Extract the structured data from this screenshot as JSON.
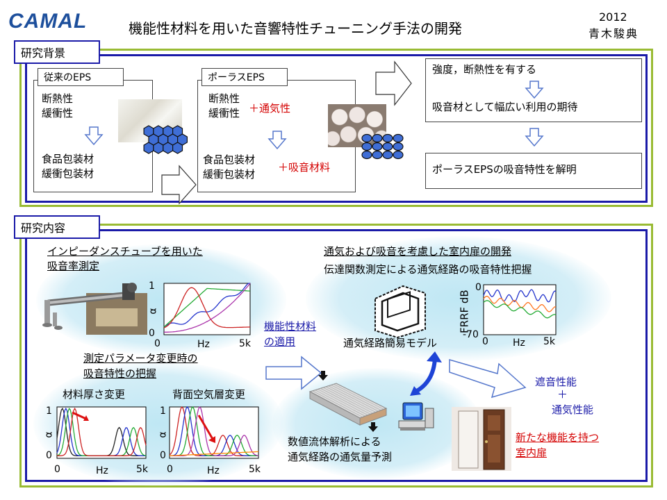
{
  "header": {
    "logo_text": "CAMAL",
    "title": "機能性材料を用いた音響特性チューニング手法の開発",
    "year": "2012",
    "author": "青木駿典"
  },
  "background": {
    "tag": "研究背景",
    "conventional": {
      "label": "従来のEPS",
      "props": [
        "断熱性",
        "緩衝性"
      ],
      "uses": [
        "食品包装材",
        "緩衝包装材"
      ]
    },
    "porous": {
      "label": "ポーラスEPS",
      "props": [
        "断熱性",
        "緩衝性"
      ],
      "plus_prop": "＋通気性",
      "uses": [
        "食品包装材",
        "緩衝包装材"
      ],
      "plus_use": "＋吸音材料"
    },
    "expect": {
      "line1": "強度，断熱性を有する",
      "line2": "吸音材として幅広い利用の期待"
    },
    "goal": "ポーラスEPSの吸音特性を解明"
  },
  "content": {
    "tag": "研究内容",
    "impedance": {
      "title1": "インピーダンスチューブを用いた",
      "title2": "吸音率測定",
      "plot": {
        "y_top": "1",
        "y_bottom": "0",
        "y_label": "α",
        "x_left": "0",
        "x_right": "5k",
        "x_label": "Hz"
      }
    },
    "param": {
      "title1": "測定パラメータ変更時の",
      "title2": "吸音特性の把握",
      "left": {
        "caption": "材料厚さ変更",
        "y_top": "1",
        "y_bottom": "0",
        "y_label": "α",
        "x_left": "0",
        "x_right": "5k",
        "x_label": "Hz"
      },
      "right": {
        "caption": "背面空気層変更",
        "y_top": "1",
        "y_bottom": "0",
        "y_label": "α",
        "x_left": "0",
        "x_right": "5k",
        "x_label": "Hz"
      }
    },
    "apply": {
      "line1": "機能性材料",
      "line2": "の適用"
    },
    "door": {
      "title": "通気および吸音を考慮した室内扉の開発",
      "sub": "伝達関数測定による通気経路の吸音特性把握",
      "model_caption": "通気経路簡易モデル",
      "plot": {
        "y_label": "FRRF dB",
        "y_top": "0",
        "y_bottom": "-70",
        "x_left": "0",
        "x_right": "5k",
        "x_label": "Hz"
      }
    },
    "cfd": {
      "line1": "数値流体解析による",
      "line2": "通気経路の通気量予測"
    },
    "result": {
      "line1": "遮音性能",
      "plus": "＋",
      "line2": "通気性能"
    },
    "newdoor": {
      "line1": "新たな機能を持つ",
      "line2": "室内扉"
    }
  },
  "colors": {
    "frame_blue": "#1a1aa8",
    "frame_green": "#99bb33",
    "accent_red": "#d40000",
    "bubble": "#cdebf5"
  }
}
